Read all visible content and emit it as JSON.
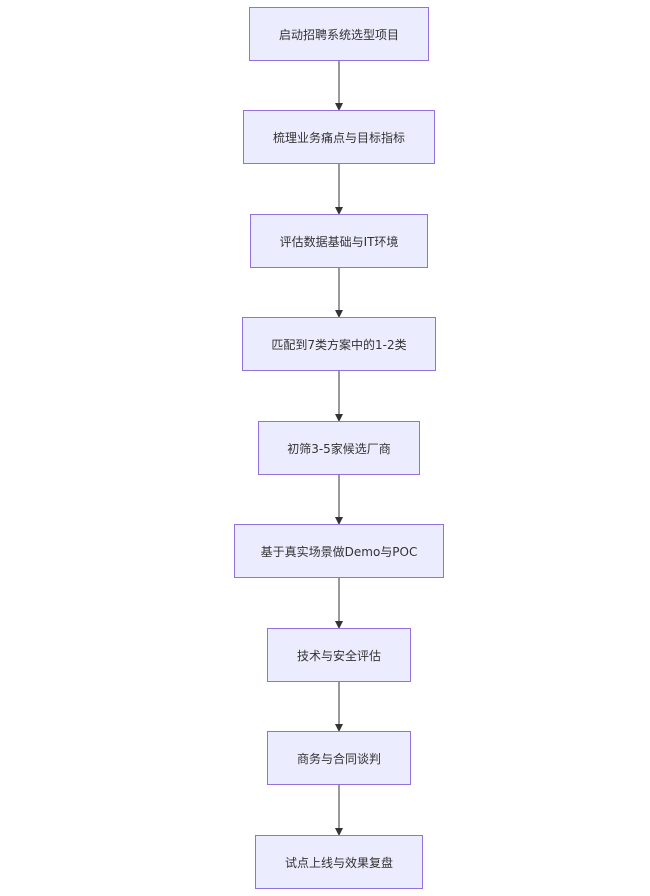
{
  "nodes": [
    {
      "label": "启动招聘系统选型项目"
    },
    {
      "label": "梳理业务痛点与目标指标"
    },
    {
      "label": "评估数据基础与IT环境"
    },
    {
      "label": "匹配到7类方案中的1-2类"
    },
    {
      "label": "初筛3-5家候选厂商"
    },
    {
      "label": "基于真实场景做Demo与POC"
    },
    {
      "label": "技术与安全评估"
    },
    {
      "label": "商务与合同谈判"
    },
    {
      "label": "试点上线与效果复盘"
    }
  ],
  "edges": [
    {
      "from": 0,
      "to": 1
    },
    {
      "from": 1,
      "to": 2
    },
    {
      "from": 2,
      "to": 3
    },
    {
      "from": 3,
      "to": 4
    },
    {
      "from": 4,
      "to": 5
    },
    {
      "from": 5,
      "to": 6
    },
    {
      "from": 6,
      "to": 7
    },
    {
      "from": 7,
      "to": 8
    }
  ],
  "colors": {
    "node_fill": "#ececff",
    "node_border": "#9370db",
    "edge": "#333333",
    "text": "#333333"
  }
}
